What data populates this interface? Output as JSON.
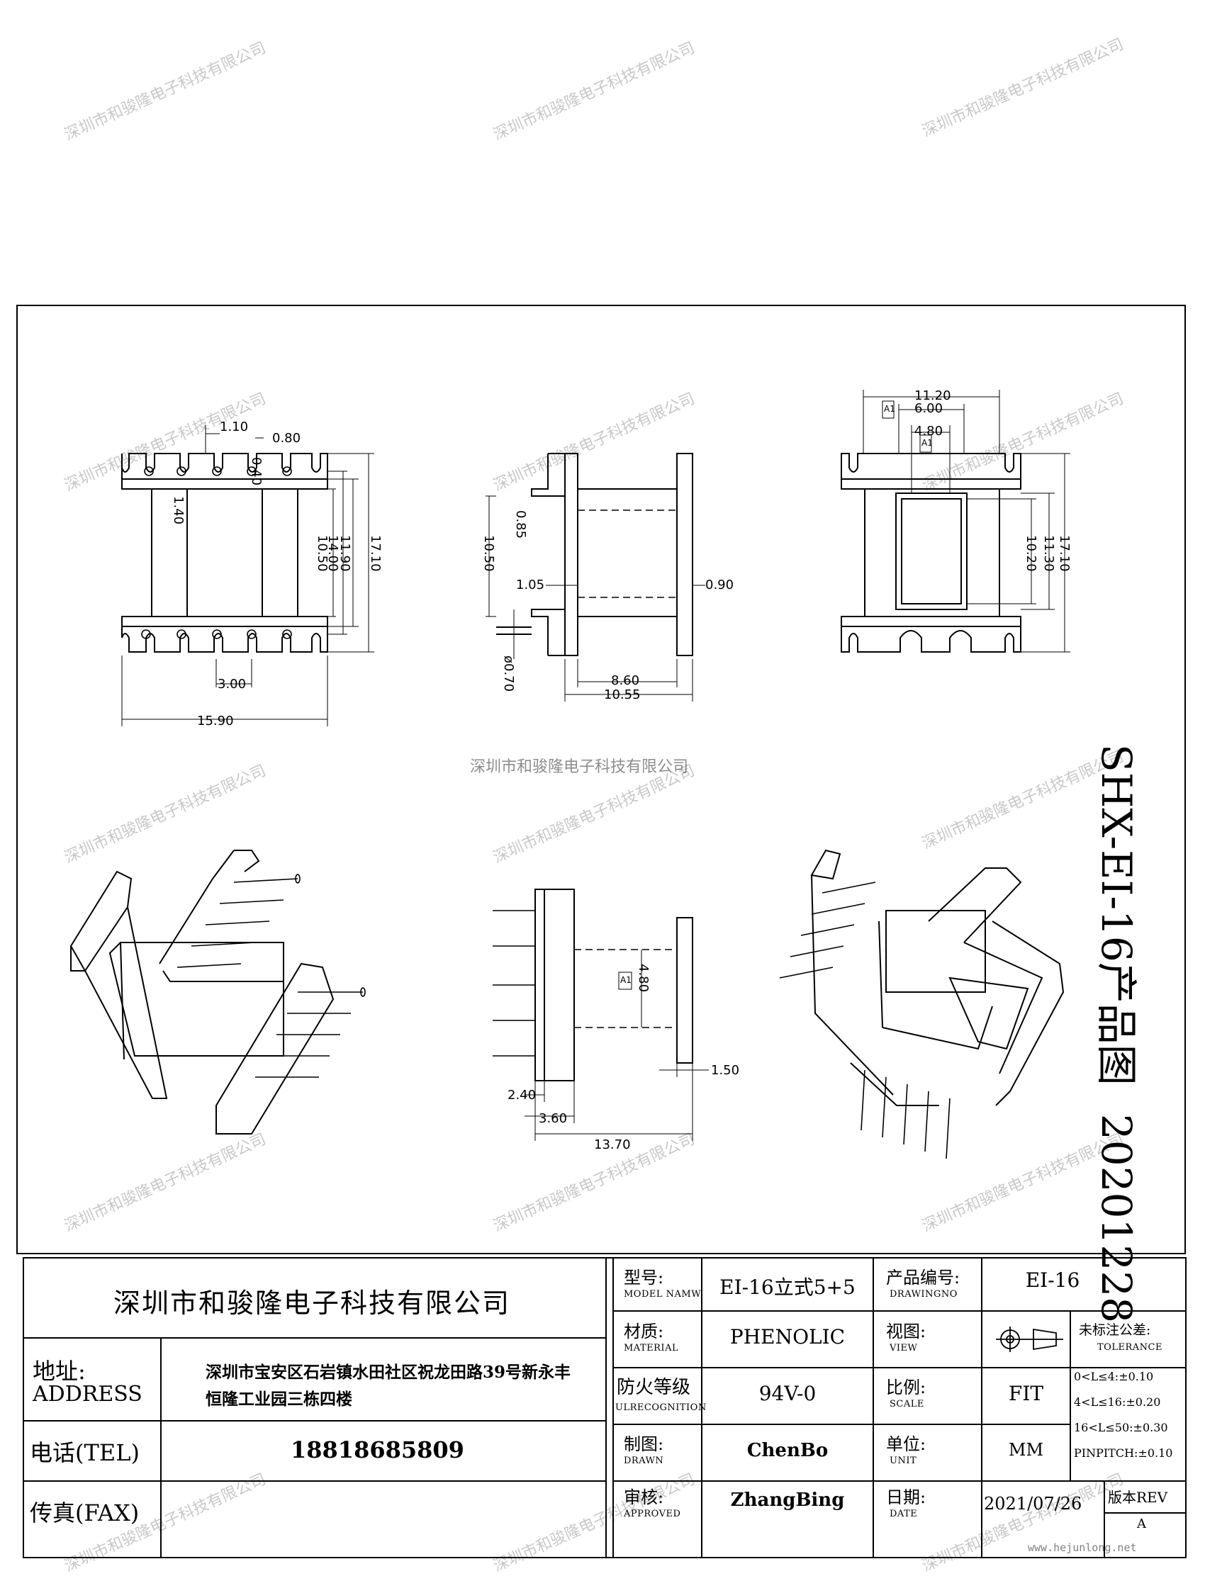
{
  "watermark": {
    "text": "深圳市和骏隆电子科技有限公司"
  },
  "drawing": {
    "side_title": "SHX-EI-16产品图",
    "side_date": "20201228",
    "front_view_dims": [
      "1.10",
      "0.80",
      "1.40",
      "0.40",
      "14.00",
      "11.90",
      "10.50",
      "17.10",
      "3.00",
      "15.90"
    ],
    "side_view_dims": [
      "0.85",
      "10.50",
      "1.05",
      "0.90",
      "ø0.70",
      "8.60",
      "10.55"
    ],
    "right_view_dims": [
      "11.20",
      "6.00",
      "4.80",
      "A1",
      "A1",
      "10.20",
      "11.30",
      "17.10"
    ],
    "bottom_view_dims": [
      "4.80",
      "A1",
      "1.50",
      "2.40",
      "3.60",
      "13.70"
    ]
  },
  "title_block": {
    "company": "深圳市和骏隆电子科技有限公司",
    "address_label_cn": "地址:",
    "address_label_en": "ADDRESS",
    "address_line1": "深圳市宝安区石岩镇水田社区祝龙田路39号新永丰",
    "address_line2": "恒隆工业园三栋四楼",
    "tel_label": "电话(TEL)",
    "tel_value": "18818685809",
    "fax_label": "传真(FAX)",
    "model_label_cn": "型号:",
    "model_label_en": "MODEL NAMW",
    "model_value": "EI-16立式5+5",
    "drawingno_label_cn": "产品编号:",
    "drawingno_label_en": "DRAWINGNO",
    "drawingno_value": "EI-16",
    "material_label_cn": "材质:",
    "material_label_en": "MATERIAL",
    "material_value": "PHENOLIC",
    "view_label_cn": "视图:",
    "view_label_en": "VIEW",
    "tolerance_label_cn": "未标注公差:",
    "tolerance_label_en": "TOLERANCE",
    "tolerance_lines": [
      "0<L≤4:±0.10",
      "4<L≤16:±0.20",
      "16<L≤50:±0.30",
      "PINPITCH:±0.10"
    ],
    "fire_label_cn": "防火等级",
    "fire_label_en": "ULRECOGNITION",
    "fire_value": "94V-0",
    "scale_label_cn": "比例:",
    "scale_label_en": "SCALE",
    "scale_value": "FIT",
    "drawn_label_cn": "制图:",
    "drawn_label_en": "DRAWN",
    "drawn_value": "ChenBo",
    "unit_label_cn": "单位:",
    "unit_label_en": "UNIT",
    "unit_value": "MM",
    "approved_label_cn": "审核:",
    "approved_label_en": "APPROVED",
    "approved_value": "ZhangBing",
    "date_label_cn": "日期:",
    "date_label_en": "DATE",
    "date_value": "2021/07/26",
    "rev_label": "版本REV",
    "rev_value": "A",
    "website": "www.hejunlong.net"
  }
}
